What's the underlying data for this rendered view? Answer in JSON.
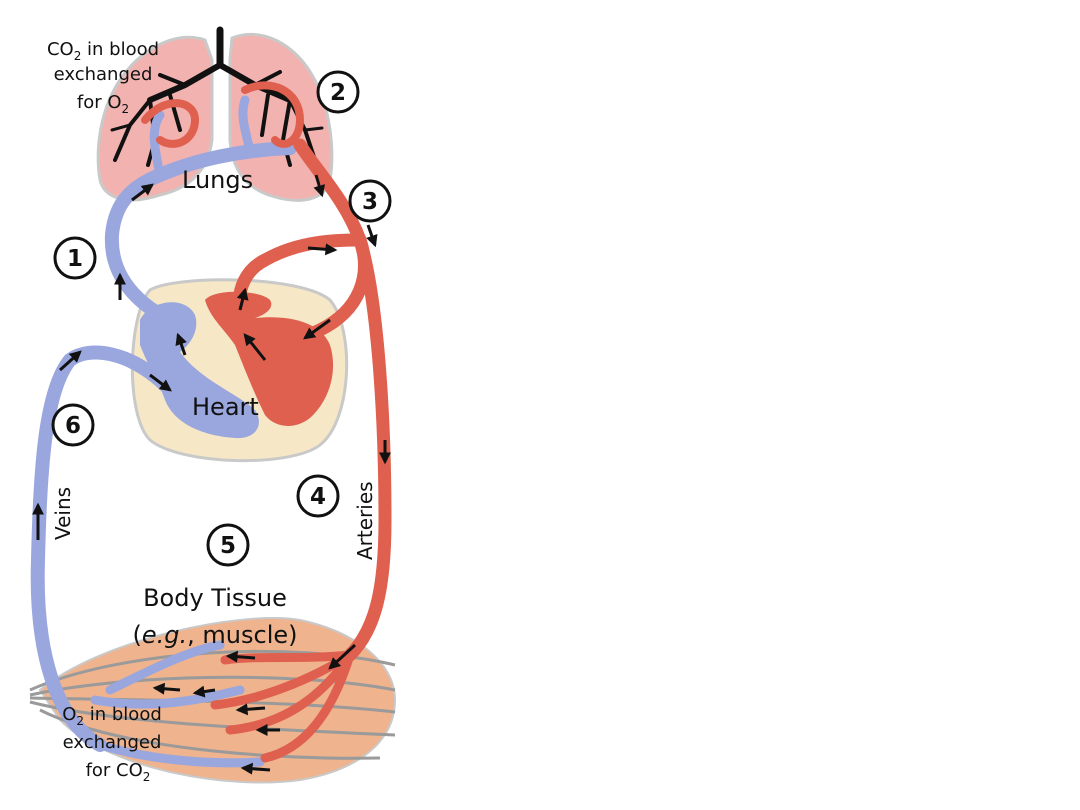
{
  "labels": {
    "lungs_note_line1": "CO",
    "lungs_note_line1_sub": "2",
    "lungs_note_line1_rest": " in blood",
    "lungs_note_line2": "exchanged",
    "lungs_note_line3": "for O",
    "lungs_note_line3_sub": "2",
    "lungs": "Lungs",
    "heart": "Heart",
    "veins": "Veins",
    "arteries": "Arteries",
    "tissue_title": "Body Tissue",
    "tissue_example_open": "(",
    "tissue_example_italic": "e.g.",
    "tissue_example_rest": ", muscle)",
    "tissue_note_line1": "O",
    "tissue_note_line1_sub": "2",
    "tissue_note_line1_rest": " in blood",
    "tissue_note_line2": "exchanged",
    "tissue_note_line3": "for CO",
    "tissue_note_line3_sub": "2"
  },
  "steps": [
    "1",
    "2",
    "3",
    "4",
    "5",
    "6"
  ],
  "colors": {
    "oxygenated": "#e0604f",
    "deoxygenated": "#9aa6de",
    "lung_tissue": "#f2b3b0",
    "pericardium": "#f6e8c6",
    "muscle": "#efb38e",
    "airways": "#111111"
  }
}
